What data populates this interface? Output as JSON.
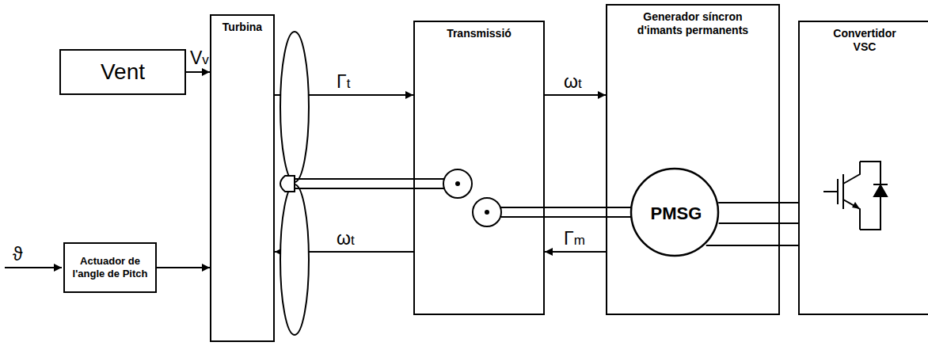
{
  "diagram": {
    "nodes": [
      {
        "text": [
          "Vent"
        ]
      },
      {
        "text": [
          "Turbina"
        ]
      },
      {
        "text": [
          "Actuador de l'angle de Pitch"
        ]
      },
      {
        "text": [
          "Transmissió"
        ]
      },
      {
        "text": [
          "Generador síncron d'imants permanents"
        ]
      },
      {
        "text": [
          "PMSG"
        ],
        "in": 4
      },
      {
        "text": [
          "Convertidor VSC"
        ]
      }
    ],
    "edges": [
      {
        "from": 0,
        "to": 1,
        "label": "Vv",
        "arrow": "to"
      },
      {
        "from": 2,
        "to": 1,
        "arrow": "to"
      },
      {
        "from": 1,
        "to": 3,
        "label": "Γt",
        "arrow": "to"
      },
      {
        "from": 3,
        "to": 1,
        "label": "ωt",
        "arrow": "to"
      },
      {
        "from": 3,
        "to": 4,
        "label": "ωt",
        "arrow": "to"
      },
      {
        "from": 4,
        "to": 3,
        "label": "Γm",
        "arrow": "to"
      },
      {
        "from": 5,
        "to": 6,
        "arrow": "none"
      }
    ],
    "labels": [
      "ϑ"
    ]
  }
}
